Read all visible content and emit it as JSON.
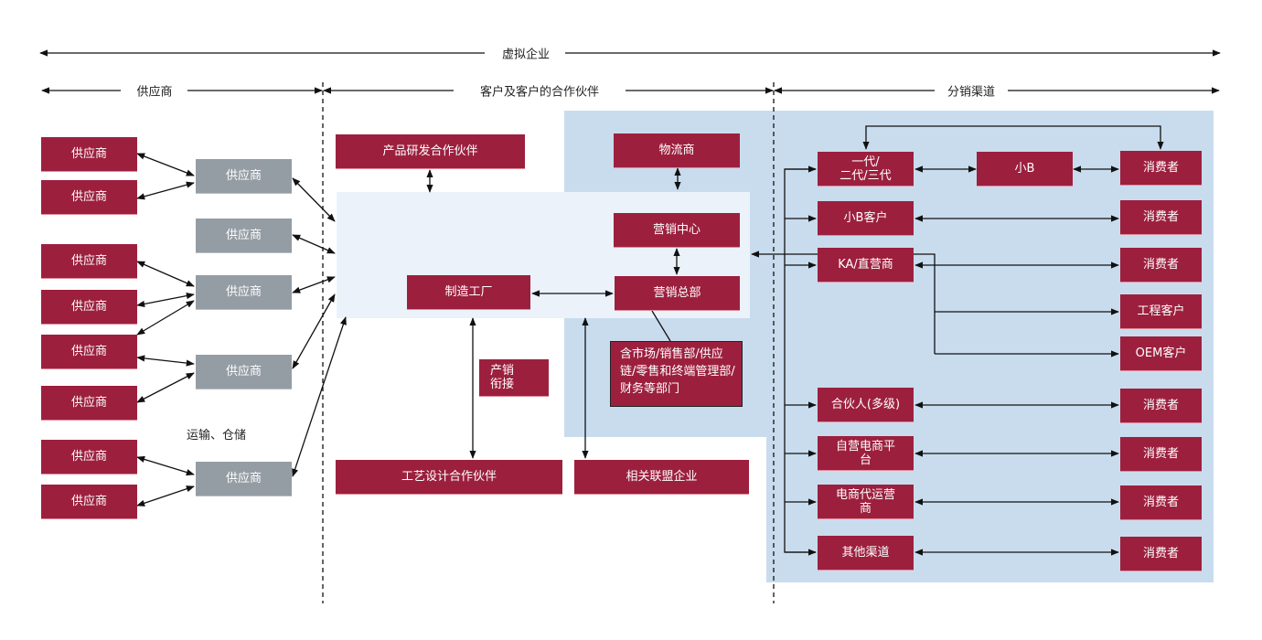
{
  "headers": {
    "virtual_enterprise": "虚拟企业",
    "suppliers": "供应商",
    "customers_partners": "客户及客户的合作伙伴",
    "distribution": "分销渠道"
  },
  "suppliers": {
    "tier2": [
      "供应商",
      "供应商",
      "供应商",
      "供应商",
      "供应商",
      "供应商",
      "供应商",
      "供应商"
    ],
    "tier1": [
      "供应商",
      "供应商",
      "供应商",
      "供应商",
      "供应商"
    ],
    "transport_note": "运输、仓储"
  },
  "center": {
    "rd_partner": "产品研发合作伙伴",
    "logistics": "物流商",
    "marketing_center": "营销中心",
    "factory": "制造工厂",
    "marketing_hq": "营销总部",
    "hq_departments": "含市场/销售部/供应链/零售和终端管理部/财务等部门",
    "prod_sales_link": "产销\n衔接",
    "process_partner": "工艺设计合作伙伴",
    "alliance": "相关联盟企业"
  },
  "channels": {
    "agents": "一代/\n二代/三代",
    "small_b": "小B",
    "small_b_customer": "小B客户",
    "ka_direct": "KA/直营商",
    "engineering_customer": "工程客户",
    "oem_customer": "OEM客户",
    "partner_multi": "合伙人(多级)",
    "own_ecommerce": "自营电商平\n台",
    "ecommerce_operator": "电商代运营\n商",
    "other_channels": "其他渠道",
    "consumer": "消费者"
  },
  "colors": {
    "node_red": "#9c203e",
    "node_grey": "#959da4",
    "region_blue": "#c9dcee",
    "core_light": "#ebf2fa"
  }
}
